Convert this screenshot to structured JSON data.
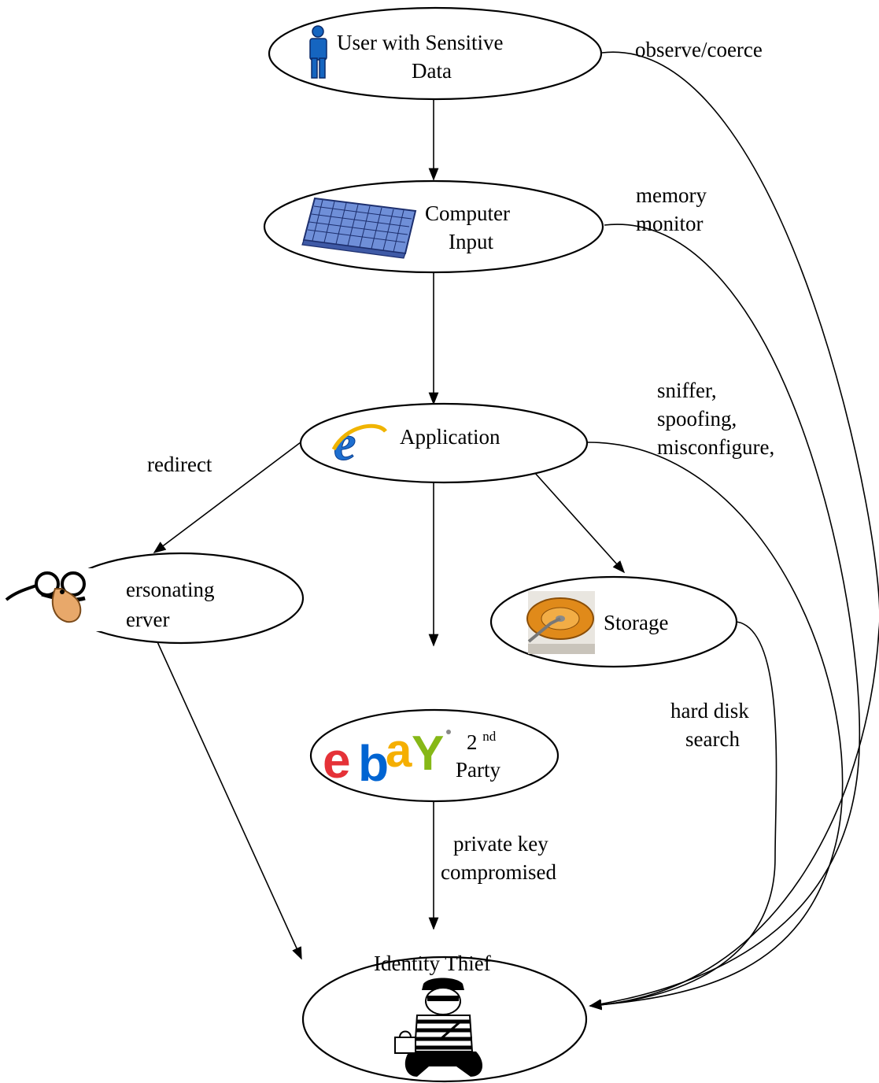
{
  "nodes": {
    "user": {
      "line1": "User with Sensitive",
      "line2": "Data"
    },
    "input": {
      "line1": "Computer",
      "line2": "Input"
    },
    "application": {
      "line1": "Application"
    },
    "server": {
      "line1": "ersonating",
      "line2": "erver"
    },
    "storage": {
      "line1": "Storage"
    },
    "party": {
      "sup_base": "2",
      "sup": "nd",
      "line2": "Party",
      "logo_text": "ebay"
    },
    "thief": {
      "line1": "Identity Thief"
    }
  },
  "edge_labels": {
    "observe": "observe/coerce",
    "memory1": "memory",
    "memory2": "monitor",
    "sniffer1": "sniffer,",
    "sniffer2": "spoofing,",
    "sniffer3": "misconfigure,",
    "redirect": "redirect",
    "harddisk1": "hard disk",
    "harddisk2": "search",
    "privkey1": "private key",
    "privkey2": "compromised"
  },
  "colors": {
    "user_icon": "#1565c0",
    "keyboard": "#6f8fd8",
    "ie_blue": "#1e6fd0",
    "disk_orange": "#e08a1a",
    "ebay_e": "#e53238",
    "ebay_b": "#0064d2",
    "ebay_a": "#f5af02",
    "ebay_y": "#86b817"
  },
  "icons": [
    "person-icon",
    "keyboard-icon",
    "ie-browser-icon",
    "disguise-glasses-icon",
    "hard-disk-icon",
    "ebay-logo",
    "burglar-icon"
  ]
}
